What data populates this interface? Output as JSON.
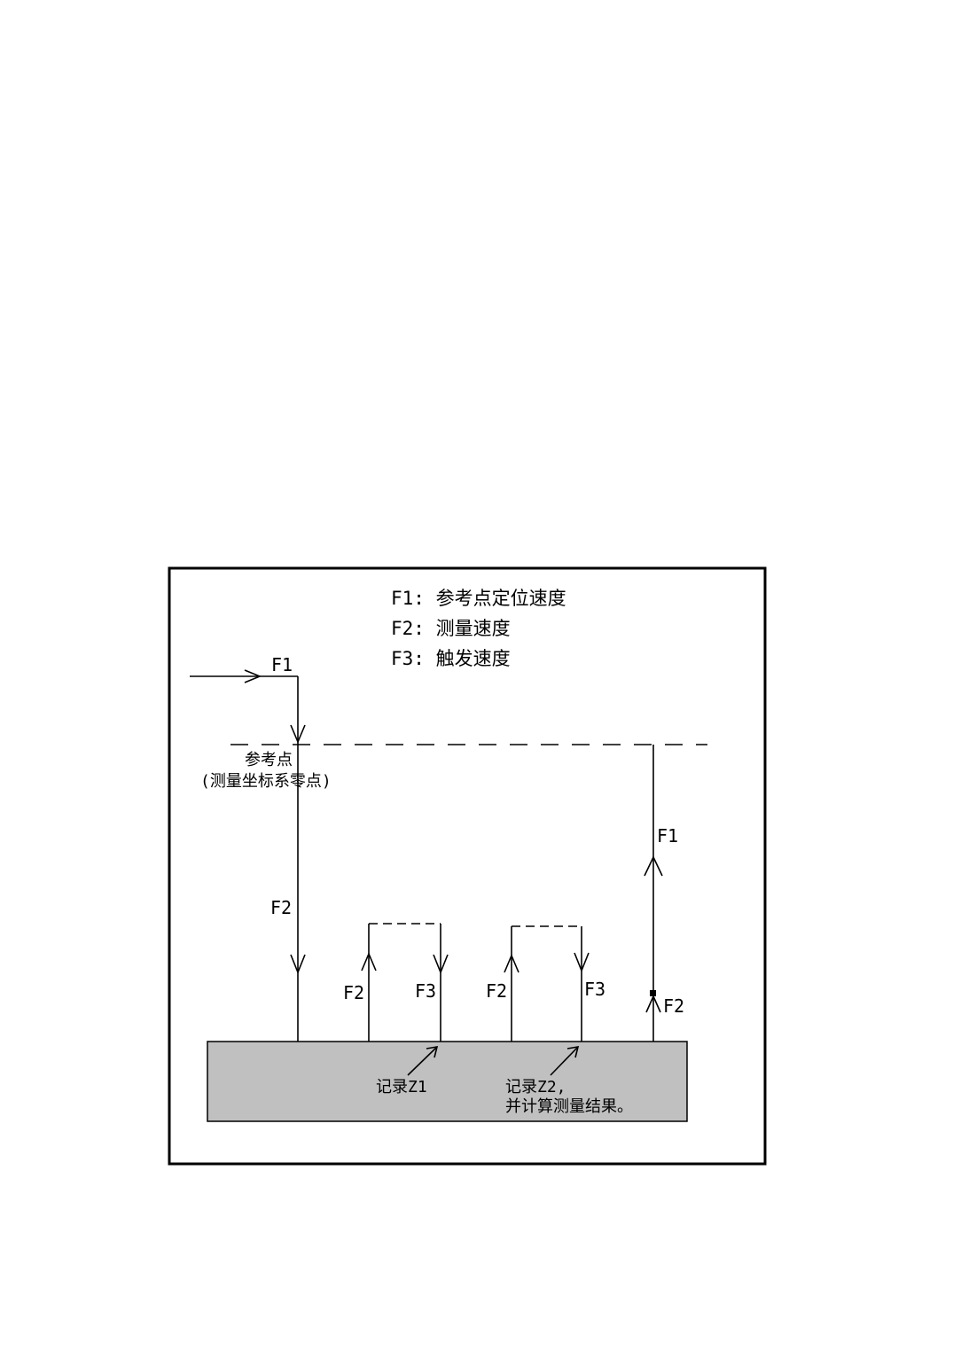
{
  "colors": {
    "frame": "#000000",
    "workpiece_fill": "#c0c0c0",
    "background": "#ffffff"
  },
  "legend": {
    "f1": "F1: 参考点定位速度",
    "f2": "F2: 测量速度",
    "f3": "F3: 触发速度"
  },
  "path_labels": {
    "approach_f1": "F1",
    "descend_f2": "F2",
    "probe1_up_f2": "F2",
    "probe1_down_f3": "F3",
    "probe2_up_f2": "F2",
    "probe2_down_f3": "F3",
    "retract_f2": "F2",
    "retract_f1": "F1"
  },
  "reference_point": {
    "name": "参考点",
    "note": "(测量坐标系零点)"
  },
  "annotations": {
    "record_z1": "记录Z1",
    "record_z2_line1": "记录Z2,",
    "record_z2_line2": "并计算测量结果。"
  }
}
